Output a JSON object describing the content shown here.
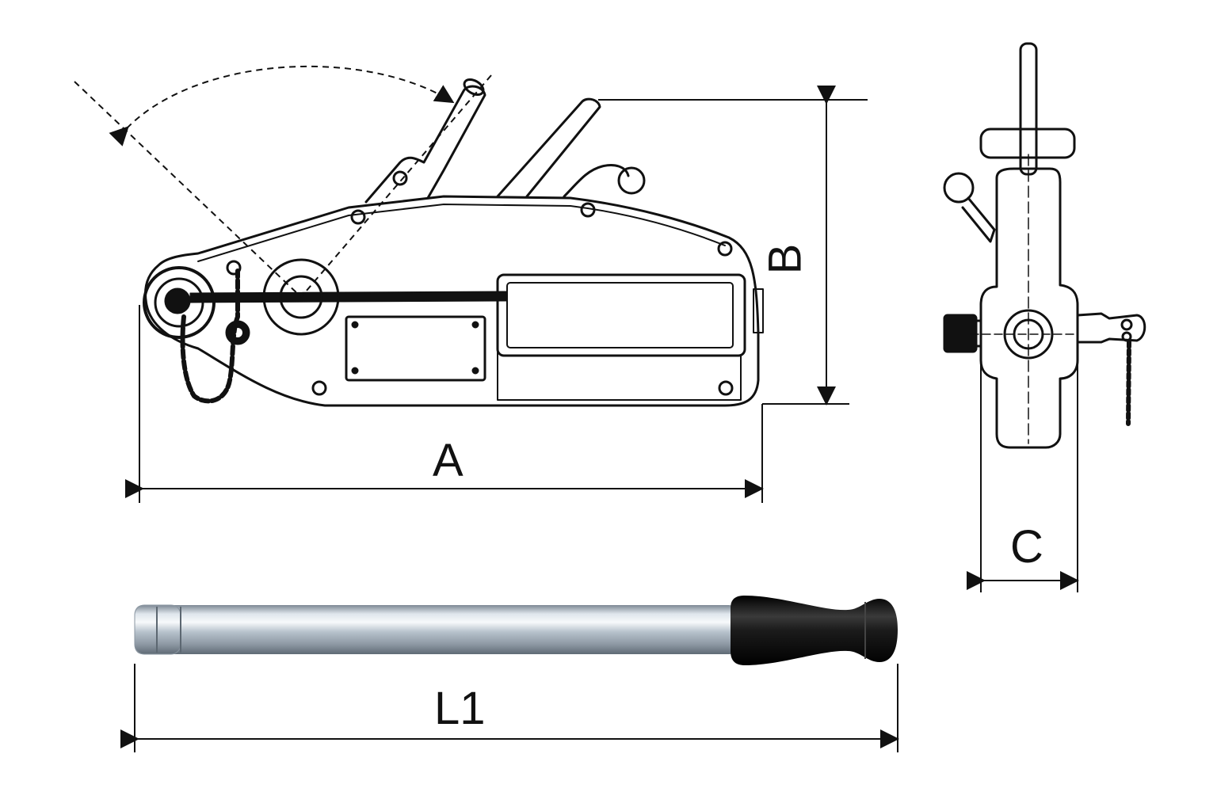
{
  "diagram": {
    "dimension_labels": {
      "a": "A",
      "b": "B",
      "c": "C",
      "l1": "L1"
    },
    "colors": {
      "line": "#111111",
      "tube_light": "#eef2f6",
      "tube_mid": "#a9b5c0",
      "tube_dark": "#6e7a86",
      "grip": "#121212"
    }
  }
}
